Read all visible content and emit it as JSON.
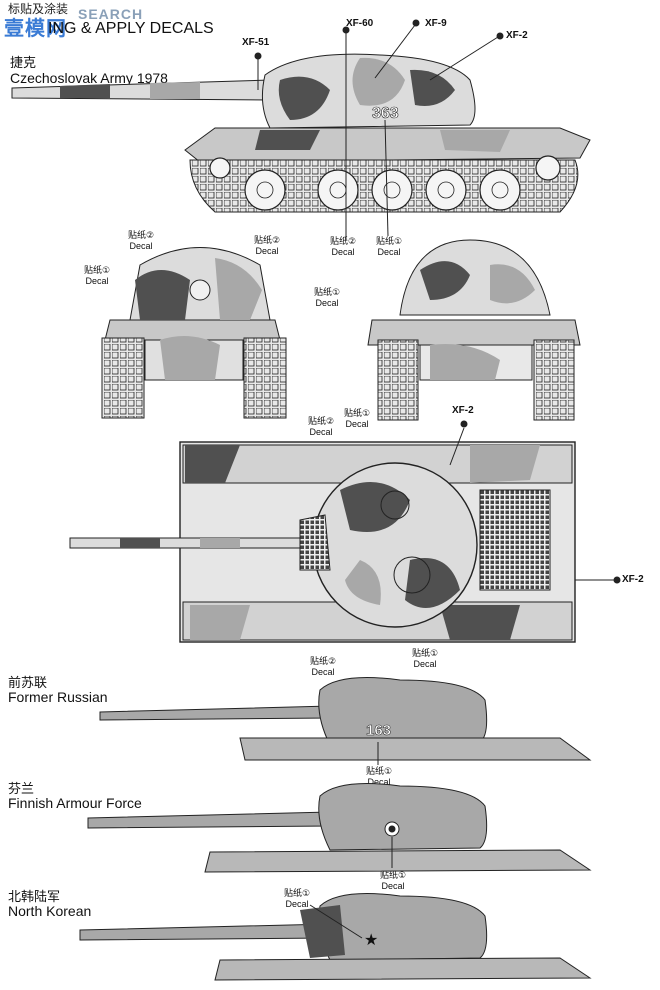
{
  "header": {
    "cn": "标贴及涂装",
    "logo": "壹模网",
    "search": "SEARCH",
    "title": "ING & APPLY DECALS"
  },
  "sections": [
    {
      "cn": "捷克",
      "en": "Czechoslovak Army 1978"
    },
    {
      "cn": "前苏联",
      "en": "Former Russian"
    },
    {
      "cn": "芬兰",
      "en": "Finnish Armour Force"
    },
    {
      "cn": "北韩陆军",
      "en": "North Korean"
    }
  ],
  "paints": {
    "xf51": "XF-51",
    "xf60": "XF-60",
    "xf9": "XF-9",
    "xf2": "XF-2"
  },
  "decal_labels": {
    "d1": "贴纸①",
    "d2": "贴纸②",
    "word": "Decal"
  },
  "markings": {
    "czech_number": "363",
    "russian_number": "163"
  },
  "colors": {
    "camo_light": "#dcdcdc",
    "camo_mid": "#a8a8a8",
    "camo_dark": "#505050",
    "line": "#222222"
  }
}
